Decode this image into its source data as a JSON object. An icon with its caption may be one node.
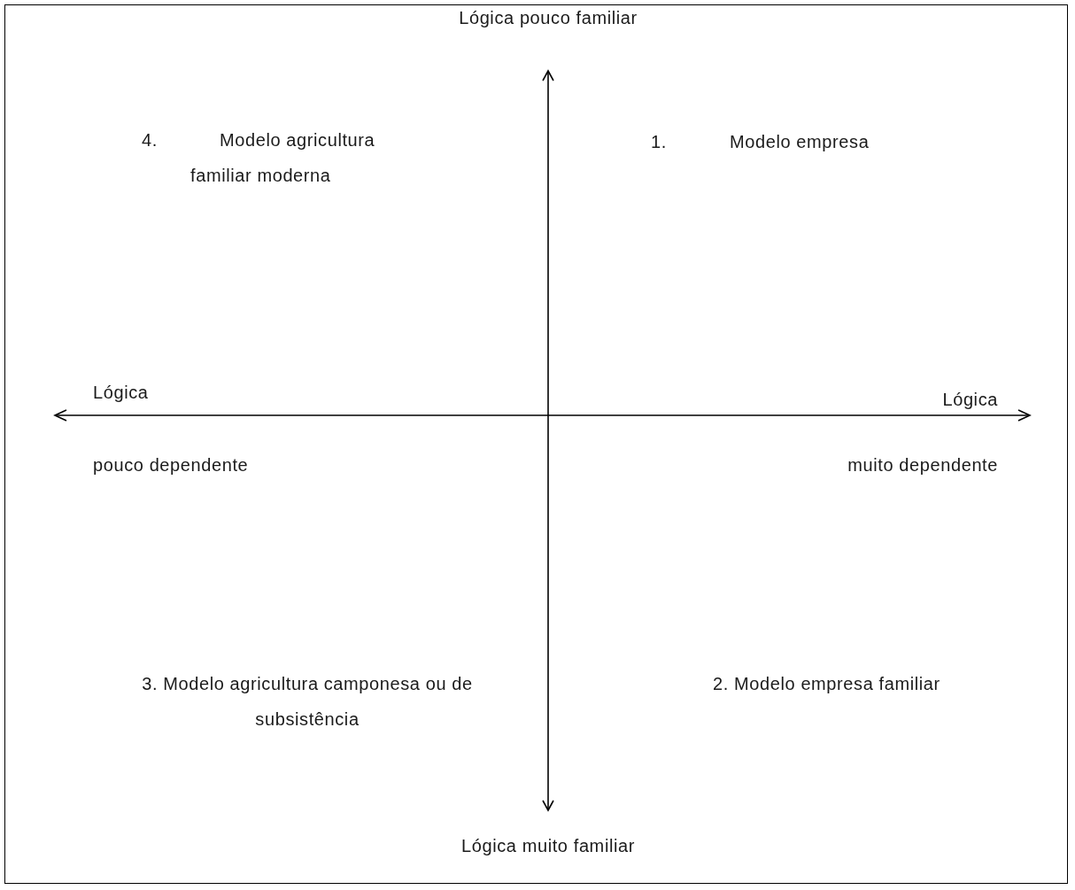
{
  "diagram": {
    "labels": [
      "Lógica pouco familiar",
      "4.",
      "Modelo agricultura familiar moderna",
      "1.",
      "Modelo empresa",
      "Lógica",
      "Lógica",
      "pouco dependente",
      "muito dependente",
      "3. Modelo agricultura camponesa ou de subsistência",
      "2. Modelo empresa familiar",
      "Lógica muito familiar"
    ]
  }
}
